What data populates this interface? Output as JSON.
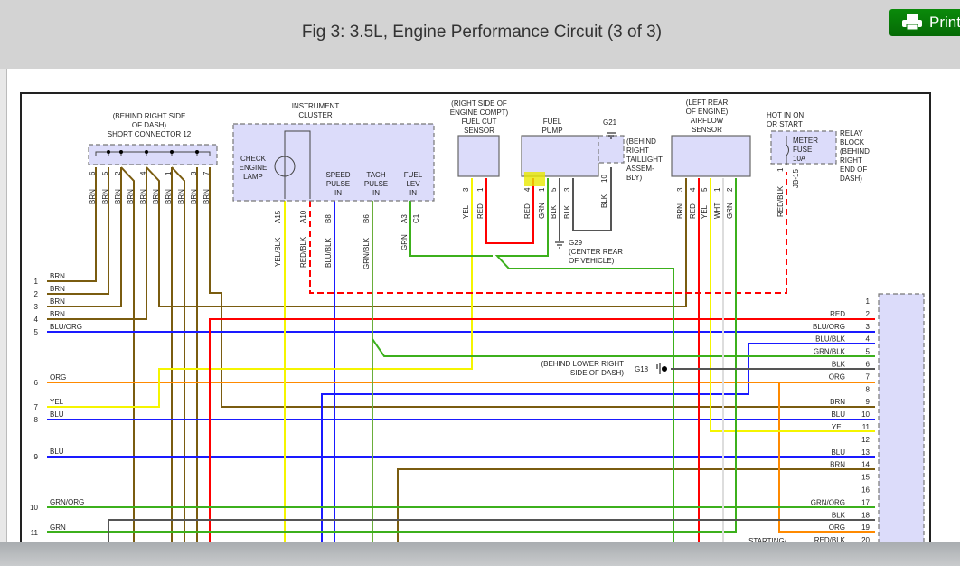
{
  "header": {
    "title": "Fig 3: 3.5L, Engine Performance Circuit (3 of 3)",
    "print_label": "Print",
    "print_icon": "printer-icon"
  },
  "wire_colors": {
    "BRN": "#7a5c10",
    "RED": "#ff0000",
    "BLU": "#1a1aff",
    "YEL": "#f5f500",
    "GRN": "#3cb01c",
    "ORG": "#ff8a00",
    "BLK": "#555555",
    "WHT": "#dddddd",
    "GRNBLK": "#6aae3a",
    "REDBLK": "#ff0000"
  },
  "highlight_color": "#e8e800",
  "short_connector": {
    "caption": [
      "(BEHIND RIGHT SIDE",
      "OF DASH)",
      "SHORT CONNECTOR 12"
    ],
    "pins": [
      "6",
      "5",
      "2",
      "4",
      "1",
      "3",
      "7"
    ],
    "wire_labels": [
      "BRN",
      "BRN",
      "BRN",
      "BRN",
      "BRN",
      "BRN",
      "BRN",
      "BRN",
      "BRN",
      "BRN"
    ]
  },
  "instrument_cluster": {
    "caption": [
      "INSTRUMENT",
      "CLUSTER"
    ],
    "lamp_label": [
      "CHECK",
      "ENGINE",
      "LAMP"
    ],
    "inputs": [
      [
        "SPEED",
        "PULSE",
        "IN"
      ],
      [
        "TACH",
        "PULSE",
        "IN"
      ],
      [
        "FUEL",
        "LEV",
        "IN"
      ]
    ],
    "pins": [
      "A15",
      "A10",
      "B8",
      "B6",
      "A3",
      "C1"
    ],
    "wire_labels": [
      "YEL/BLK",
      "RED/BLK",
      "BLU/BLK",
      "GRN/BLK",
      "GRN"
    ]
  },
  "fuel_cut_sensor": {
    "caption": [
      "(RIGHT SIDE OF",
      "ENGINE COMPT)",
      "FUEL CUT",
      "SENSOR"
    ],
    "pins": [
      "3",
      "1"
    ],
    "wire_labels": [
      "YEL",
      "RED"
    ]
  },
  "fuel_pump": {
    "caption": [
      "FUEL",
      "PUMP"
    ],
    "pins": [
      "4",
      "1",
      "5",
      "3"
    ],
    "wire_labels": [
      "RED",
      "GRN",
      "BLK",
      "BLK"
    ]
  },
  "g21": {
    "label": "G21",
    "caption": [
      "(BEHIND",
      "RIGHT",
      "TAILLIGHT",
      "ASSEM-",
      "BLY)"
    ],
    "pin": "10",
    "wire_label": "BLK"
  },
  "g29": {
    "label": "G29",
    "caption": [
      "(CENTER REAR",
      "OF VEHICLE)"
    ]
  },
  "airflow_sensor": {
    "caption": [
      "(LEFT REAR",
      "OF ENGINE)",
      "AIRFLOW",
      "SENSOR"
    ],
    "pins": [
      "3",
      "4",
      "5",
      "1",
      "2"
    ],
    "wire_labels": [
      "BRN",
      "RED",
      "YEL",
      "WHT",
      "GRN"
    ]
  },
  "relay_block": {
    "hot_label": [
      "HOT IN ON",
      "OR START"
    ],
    "fuse_label": [
      "METER",
      "FUSE",
      "10A"
    ],
    "caption": [
      "RELAY",
      "BLOCK",
      "(BEHIND",
      "RIGHT",
      "END OF",
      "DASH)"
    ],
    "pin": "1",
    "connector": "JB-15",
    "wire_label": "RED/BLK"
  },
  "g18": {
    "label": "G18",
    "caption": [
      "(BEHIND LOWER RIGHT",
      "SIDE OF DASH)"
    ]
  },
  "left_rows": [
    {
      "num": "1",
      "label": "BRN"
    },
    {
      "num": "2",
      "label": "BRN"
    },
    {
      "num": "3",
      "label": "BRN"
    },
    {
      "num": "4",
      "label": "BRN"
    },
    {
      "num": "5",
      "label": "BLU/ORG"
    },
    {
      "num": "6",
      "label": "ORG"
    },
    {
      "num": "7",
      "label": "YEL"
    },
    {
      "num": "8",
      "label": "BLU"
    },
    {
      "num": "9",
      "label": "BLU"
    },
    {
      "num": "10",
      "label": "GRN/ORG"
    },
    {
      "num": "11",
      "label": "GRN"
    }
  ],
  "right_rows": [
    {
      "num": "1",
      "label": ""
    },
    {
      "num": "2",
      "label": "RED"
    },
    {
      "num": "3",
      "label": "BLU/ORG"
    },
    {
      "num": "4",
      "label": "BLU/BLK"
    },
    {
      "num": "5",
      "label": "GRN/BLK"
    },
    {
      "num": "6",
      "label": "BLK"
    },
    {
      "num": "7",
      "label": "ORG"
    },
    {
      "num": "8",
      "label": ""
    },
    {
      "num": "9",
      "label": "BRN"
    },
    {
      "num": "10",
      "label": "BLU"
    },
    {
      "num": "11",
      "label": "YEL"
    },
    {
      "num": "12",
      "label": ""
    },
    {
      "num": "13",
      "label": "BLU"
    },
    {
      "num": "14",
      "label": "BRN"
    },
    {
      "num": "15",
      "label": ""
    },
    {
      "num": "16",
      "label": ""
    },
    {
      "num": "17",
      "label": "GRN/ORG"
    },
    {
      "num": "18",
      "label": "BLK"
    },
    {
      "num": "19",
      "label": "ORG"
    },
    {
      "num": "20",
      "label": "RED/BLK"
    }
  ],
  "starting_label": "STARTING/"
}
